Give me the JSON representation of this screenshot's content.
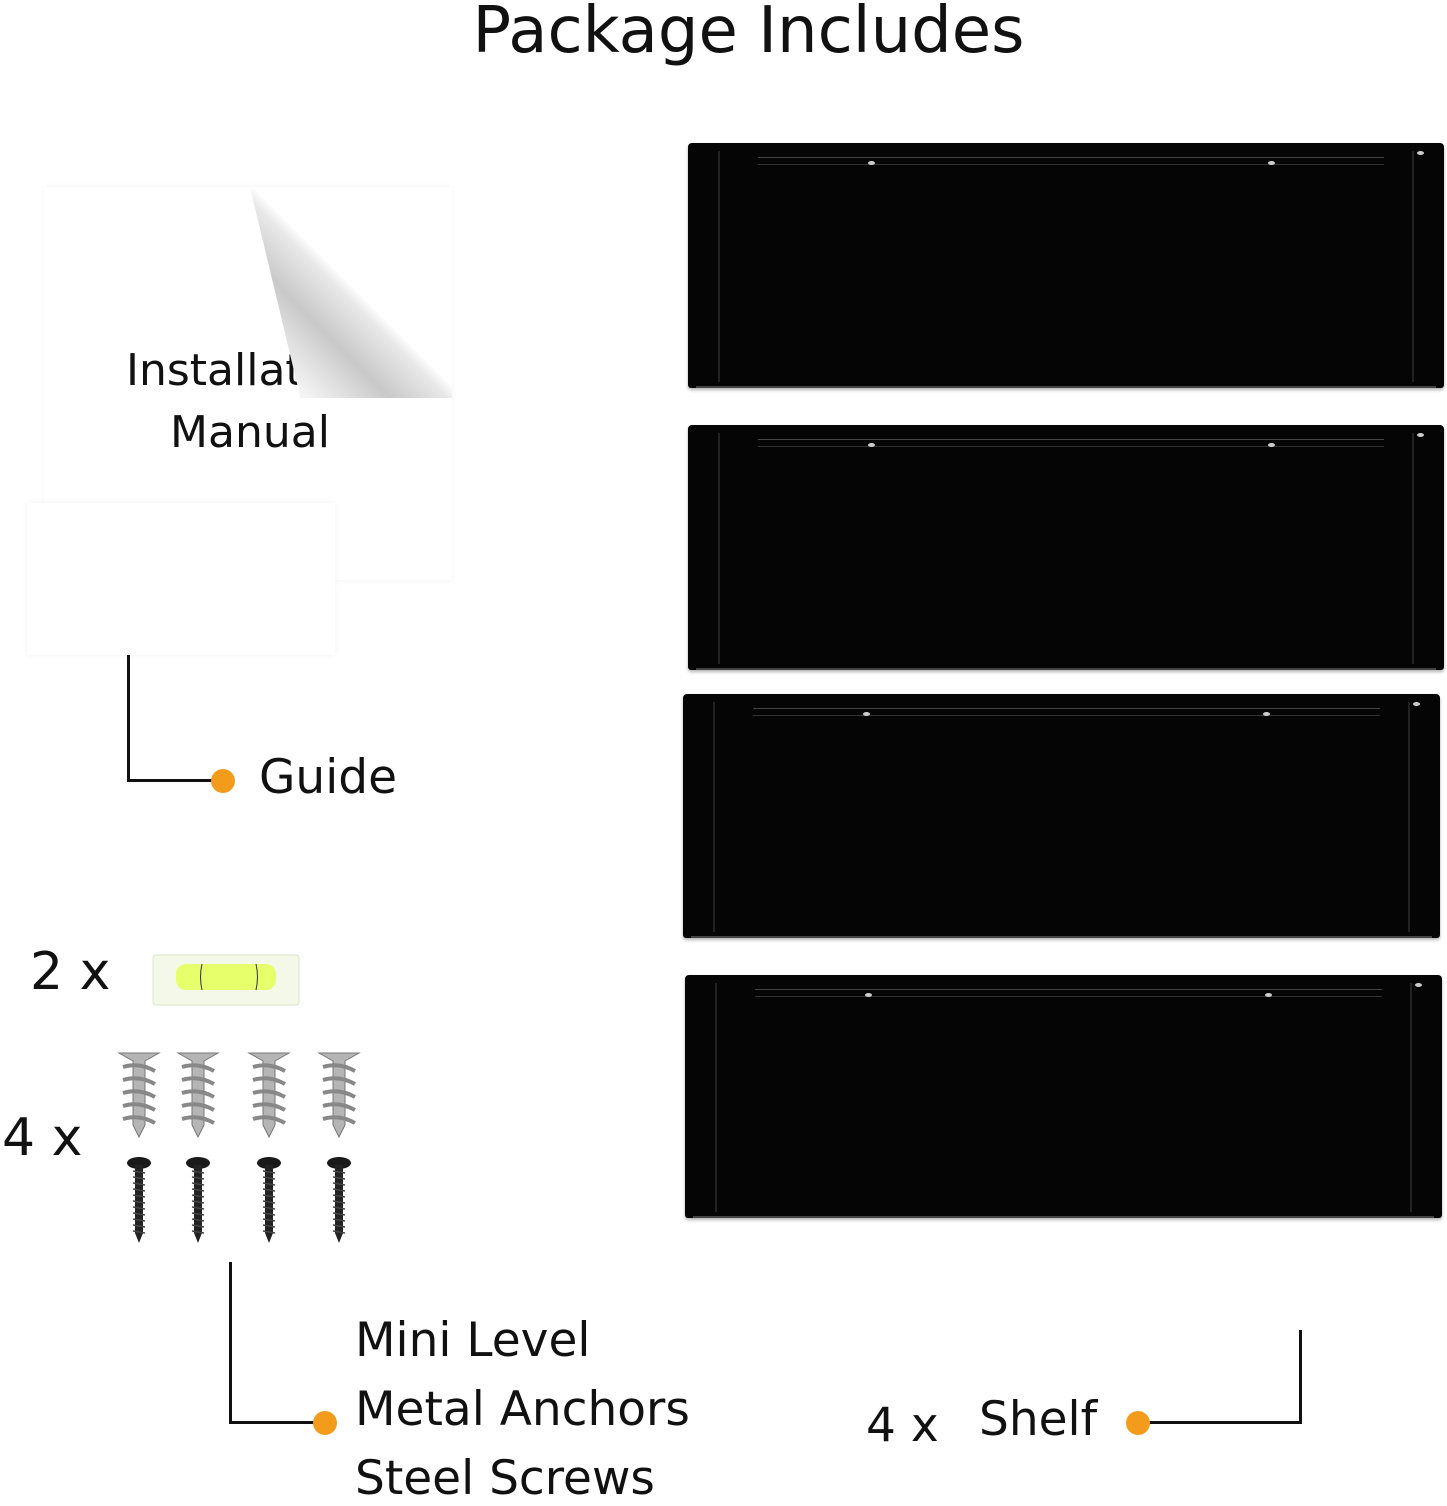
{
  "title": "Package Includes",
  "manual": {
    "line1": "Installat",
    "line2": "Manual"
  },
  "guide": {
    "label": "Guide"
  },
  "hardware": {
    "level_qty": "2 x",
    "anchor_screw_qty": "4 x",
    "labels": [
      "Mini Level",
      "Metal Anchors",
      "Steel Screws"
    ]
  },
  "shelf": {
    "qty": "4 x",
    "label": "Shelf",
    "count": 4
  },
  "colors": {
    "accent_dot": "#f39c1b",
    "shelf": "#050505",
    "level": "#e6ff6a"
  }
}
